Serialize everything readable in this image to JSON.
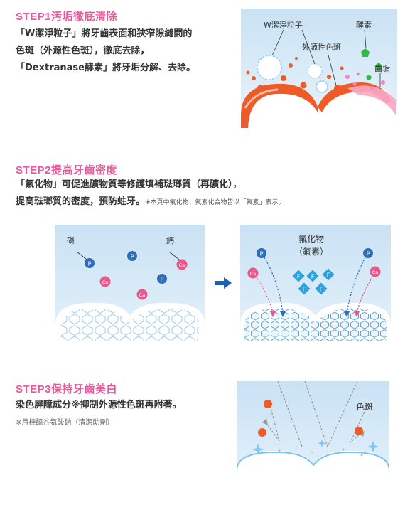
{
  "step1": {
    "title": "STEP1汚垢徹底清除",
    "lines": [
      "「W潔淨粒子」將牙齒表面和狹窄隙縫間的",
      "色斑（外源性色斑），徹底去除，",
      "「Dextranase酵素」將牙垢分解、去除。"
    ],
    "labels": {
      "particle": "W潔淨粒子",
      "enzyme": "酵素",
      "stain": "外源性色斑",
      "plaque": "齒垢"
    }
  },
  "step2": {
    "title": "STEP2提高牙齒密度",
    "line1": "「氟化物」可促進礦物質等修護填補琺瑯質（再礦化），",
    "line2": "提高琺瑯質的密度，預防蛀牙。",
    "line2_note": "※本頁中氟化物、氟素化合物皆以「氟素」表示。",
    "labels": {
      "phosphorus": "磷",
      "calcium": "鈣",
      "fluoride": "氟化物",
      "fluoride_sub": "（氟素）",
      "p_symbol": "P",
      "ca_symbol": "Ca",
      "f_symbol": "F"
    }
  },
  "step3": {
    "title": "STEP3保持牙齒美白",
    "line1": "染色屏障成分※抑制外源性色斑再附著。",
    "note": "※月桂醯谷氨酸鈉（清潔助劑）",
    "labels": {
      "stain": "色斑"
    }
  },
  "colors": {
    "pink": "#e8589a",
    "orange": "#ee5a28",
    "blue": "#2f6db8",
    "green": "#39b54a",
    "panel_bg": "#d4e8f6"
  }
}
